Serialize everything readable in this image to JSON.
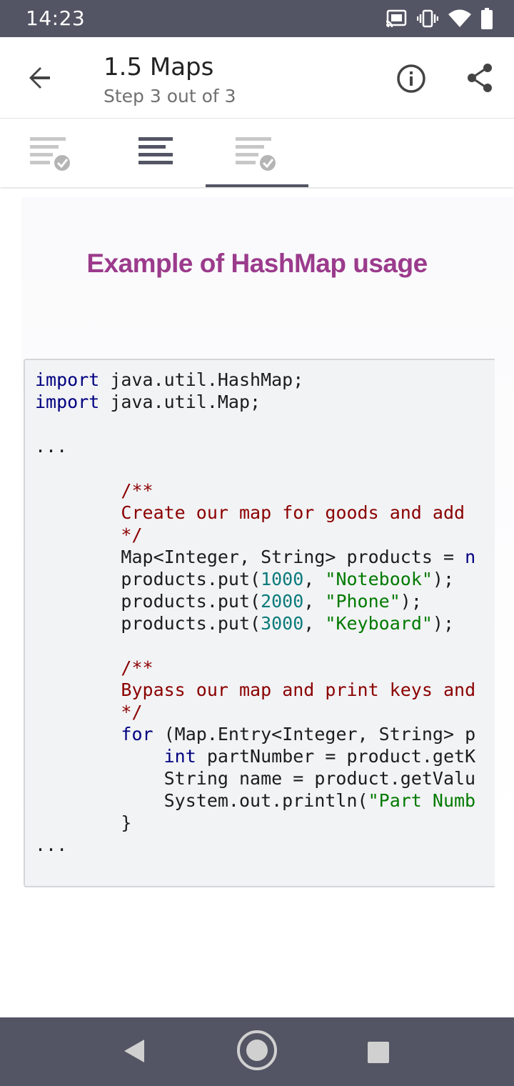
{
  "status_bar": {
    "time": "14:23",
    "icons": [
      "cast-icon",
      "vibrate-icon",
      "wifi-icon",
      "battery-icon"
    ]
  },
  "header": {
    "title": "1.5 Maps",
    "subtitle": "Step 3 out of 3",
    "icons": [
      "back-arrow-icon",
      "info-icon",
      "share-icon"
    ]
  },
  "step_tabs": [
    {
      "icon": "text-check-icon",
      "state": "completed"
    },
    {
      "icon": "text-lines-icon",
      "state": "current-type"
    },
    {
      "icon": "text-check-icon",
      "state": "selected"
    }
  ],
  "content": {
    "heading": "Example of HashMap usage",
    "code": {
      "lines": [
        [
          {
            "t": "import",
            "c": "kw"
          },
          {
            "t": " java.util.HashMap;"
          }
        ],
        [
          {
            "t": "import",
            "c": "kw"
          },
          {
            "t": " java.util.Map;"
          }
        ],
        [],
        [
          {
            "t": "..."
          }
        ],
        [],
        [
          {
            "t": "        "
          },
          {
            "t": "/**",
            "c": "cm"
          }
        ],
        [
          {
            "t": "        "
          },
          {
            "t": "Create our map for goods and add",
            "c": "cm"
          }
        ],
        [
          {
            "t": "        "
          },
          {
            "t": "*/",
            "c": "cm"
          }
        ],
        [
          {
            "t": "        Map<Integer, String> products = "
          },
          {
            "t": "n",
            "c": "kw"
          }
        ],
        [
          {
            "t": "        products.put("
          },
          {
            "t": "1000",
            "c": "num"
          },
          {
            "t": ", "
          },
          {
            "t": "\"Notebook\"",
            "c": "str"
          },
          {
            "t": ");"
          }
        ],
        [
          {
            "t": "        products.put("
          },
          {
            "t": "2000",
            "c": "num"
          },
          {
            "t": ", "
          },
          {
            "t": "\"Phone\"",
            "c": "str"
          },
          {
            "t": ");"
          }
        ],
        [
          {
            "t": "        products.put("
          },
          {
            "t": "3000",
            "c": "num"
          },
          {
            "t": ", "
          },
          {
            "t": "\"Keyboard\"",
            "c": "str"
          },
          {
            "t": ");"
          }
        ],
        [],
        [
          {
            "t": "        "
          },
          {
            "t": "/**",
            "c": "cm"
          }
        ],
        [
          {
            "t": "        "
          },
          {
            "t": "Bypass our map and print keys and",
            "c": "cm"
          }
        ],
        [
          {
            "t": "        "
          },
          {
            "t": "*/",
            "c": "cm"
          }
        ],
        [
          {
            "t": "        "
          },
          {
            "t": "for",
            "c": "kw"
          },
          {
            "t": " (Map.Entry<Integer, String> p"
          }
        ],
        [
          {
            "t": "            "
          },
          {
            "t": "int",
            "c": "kw"
          },
          {
            "t": " partNumber = product.getK"
          }
        ],
        [
          {
            "t": "            String name = product.getValu"
          }
        ],
        [
          {
            "t": "            System.out.println("
          },
          {
            "t": "\"Part Numb",
            "c": "str"
          }
        ],
        [
          {
            "t": "        }"
          }
        ],
        [
          {
            "t": "..."
          }
        ]
      ]
    }
  },
  "nav_bar": {
    "icons": [
      "nav-back-icon",
      "nav-home-icon",
      "nav-recents-icon"
    ]
  },
  "colors": {
    "status_bar": "#535564",
    "heading": "#9b3b8c",
    "keyword": "#000080",
    "comment": "#8b0000",
    "number": "#0a7a7a",
    "string": "#007a00"
  }
}
